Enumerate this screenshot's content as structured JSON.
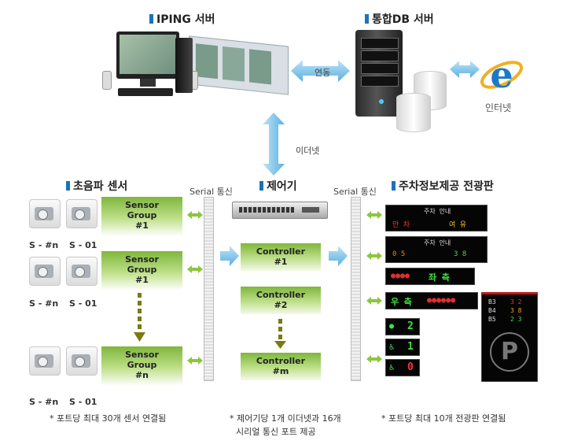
{
  "headers": {
    "iping_server": "IPING 서버",
    "db_server": "통합DB 서버",
    "ultrasonic": "초음파 센서",
    "controller": "제어기",
    "parking_board": "주차정보제공 전광판"
  },
  "labels": {
    "link": "연동",
    "internet": "인터넷",
    "ethernet": "이더넷",
    "serial_left": "Serial 통신",
    "serial_right": "Serial 통신"
  },
  "sensor_groups": [
    {
      "line1": "Sensor",
      "line2": "Group",
      "line3": "#1"
    },
    {
      "line1": "Sensor",
      "line2": "Group",
      "line3": "#1"
    },
    {
      "line1": "Sensor",
      "line2": "Group",
      "line3": "#n"
    }
  ],
  "sensor_ids": {
    "left": "S - #n",
    "right": "S - 01"
  },
  "controllers": [
    {
      "line1": "Controller",
      "line2": "#1"
    },
    {
      "line1": "Controller",
      "line2": "#2"
    },
    {
      "line1": "Controller",
      "line2": "#m"
    }
  ],
  "notes": {
    "sensor": "* 포트당 최대 30개 센서 연결됨",
    "controller_line1": "* 제어기당 1개 이더넷과 16개",
    "controller_line2": "시리얼 통신 포트 제공",
    "board": "* 포트당 최대 10개 전광판 연결됨"
  },
  "boards": {
    "b1_title": "주차 안내",
    "b1_left": "만 차",
    "b1_right": "여 유",
    "b2_title": "주차 안내",
    "b2_left": "0 5",
    "b2_right": "3 8",
    "b3_text": "좌 측",
    "b4_text": "우 측",
    "small1": "2",
    "small2": "1",
    "small3": "0",
    "floors": [
      "B3",
      "B4",
      "B5"
    ],
    "floor_vals": [
      "3 2",
      "3 8",
      "2 3"
    ],
    "parking_letter": "P"
  },
  "colors": {
    "accent": "#1a73b8",
    "green": "#7fb63c",
    "arrow_blue": "#5ab0e0",
    "dark_olive": "#7a7a10"
  }
}
